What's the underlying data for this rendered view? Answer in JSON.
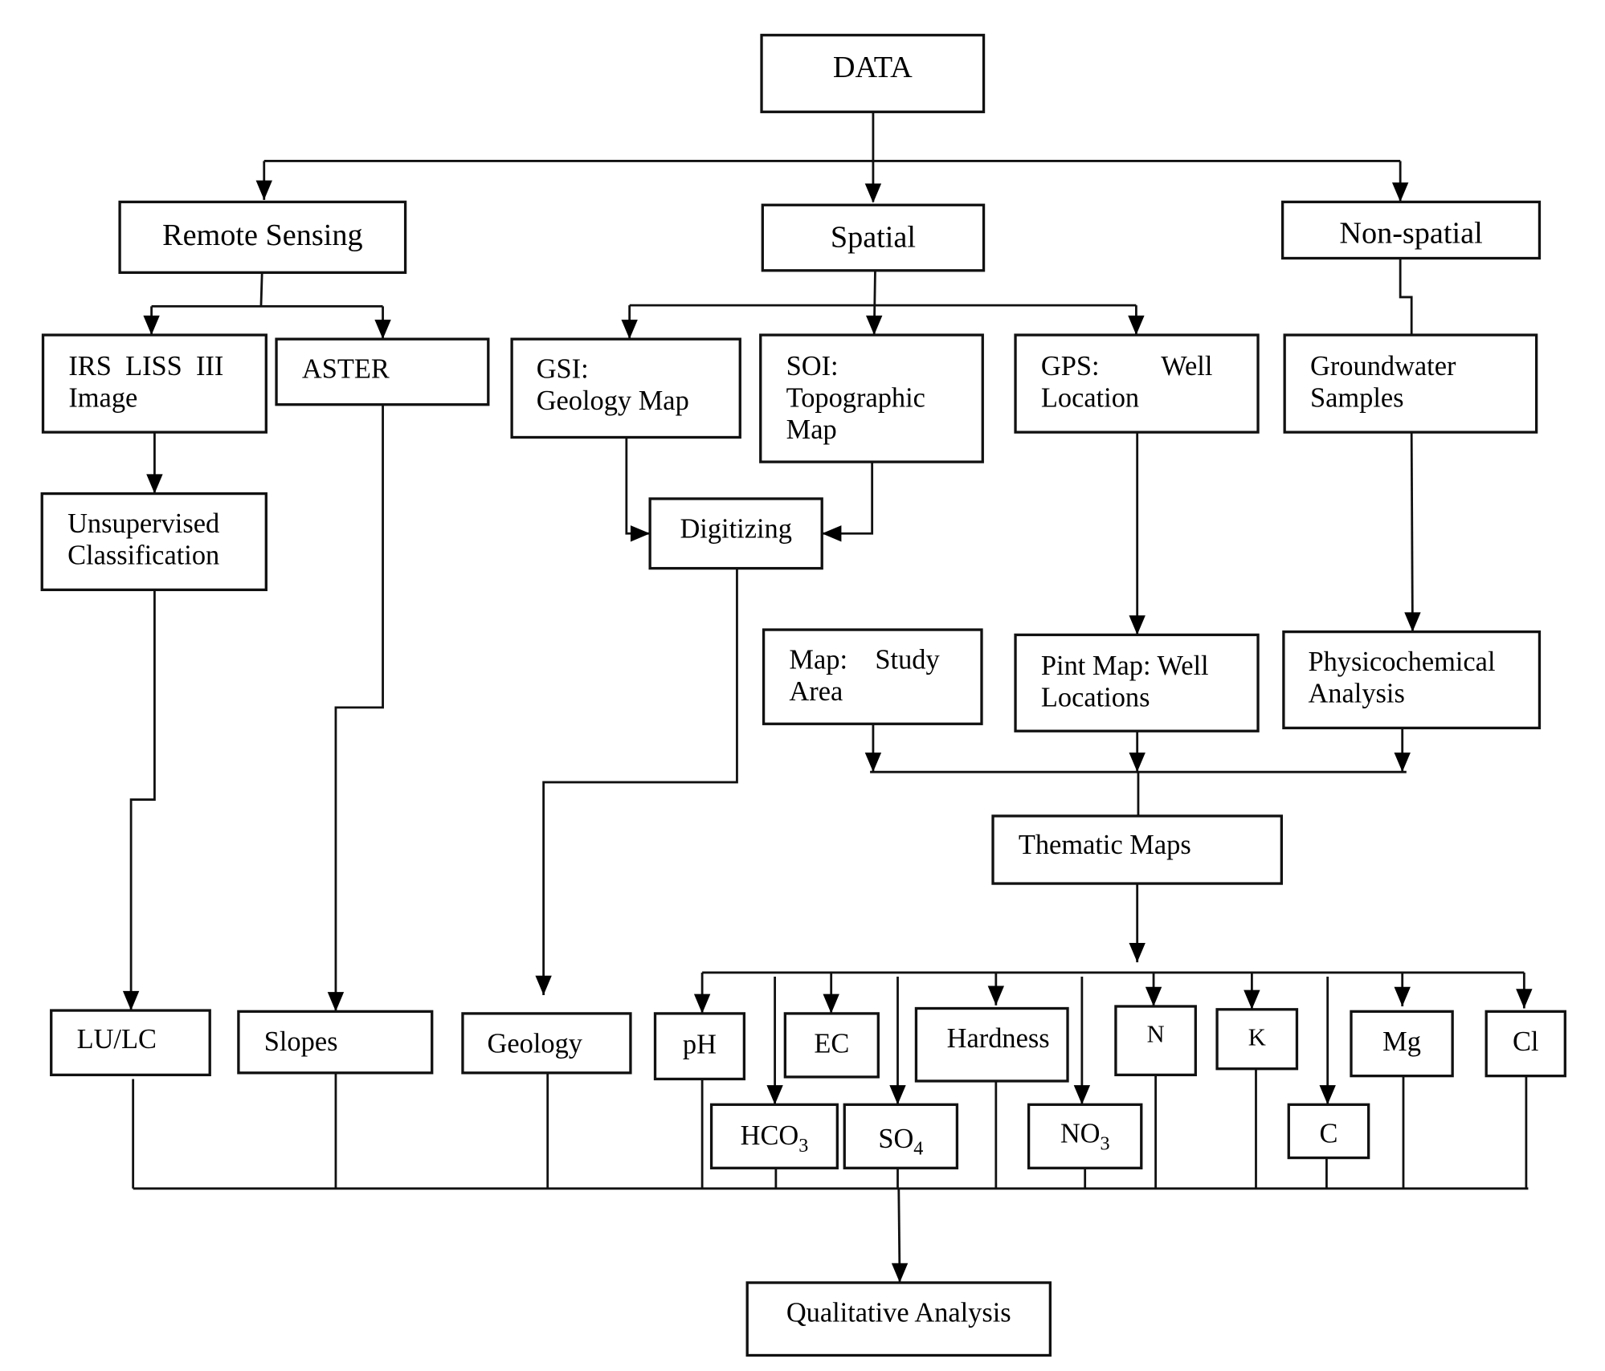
{
  "title": "Methodology flowchart",
  "nodes": [
    {
      "id": "data",
      "lines": [
        "DATA"
      ]
    },
    {
      "id": "remote-sensing",
      "lines": [
        "Remote Sensing"
      ]
    },
    {
      "id": "spatial",
      "lines": [
        "Spatial"
      ]
    },
    {
      "id": "non-spatial",
      "lines": [
        "Non-spatial"
      ]
    },
    {
      "id": "irs-liss",
      "lines": [
        "IRS  LISS  III",
        "Image"
      ]
    },
    {
      "id": "aster",
      "lines": [
        "ASTER"
      ]
    },
    {
      "id": "gsi",
      "lines": [
        "GSI:",
        "Geology Map"
      ]
    },
    {
      "id": "soi",
      "lines": [
        "SOI:",
        "Topographic",
        "Map"
      ]
    },
    {
      "id": "gps",
      "lines": [
        "GPS:         Well",
        "Location"
      ]
    },
    {
      "id": "groundwater",
      "lines": [
        "Groundwater",
        "Samples"
      ]
    },
    {
      "id": "unsupervised",
      "lines": [
        "Unsupervised",
        "Classification"
      ]
    },
    {
      "id": "digitizing",
      "lines": [
        "Digitizing"
      ]
    },
    {
      "id": "map-study",
      "lines": [
        "Map:    Study",
        "Area"
      ]
    },
    {
      "id": "pint-map",
      "lines": [
        "Pint Map: Well",
        "Locations"
      ]
    },
    {
      "id": "physicochemical",
      "lines": [
        "Physicochemical",
        "Analysis"
      ]
    },
    {
      "id": "thematic",
      "lines": [
        "Thematic Maps"
      ]
    },
    {
      "id": "lulc",
      "lines": [
        "LU/LC"
      ]
    },
    {
      "id": "slopes",
      "lines": [
        "Slopes"
      ]
    },
    {
      "id": "geology",
      "lines": [
        "Geology"
      ]
    },
    {
      "id": "ph",
      "lines": [
        "pH"
      ]
    },
    {
      "id": "ec",
      "lines": [
        "EC"
      ]
    },
    {
      "id": "hardness",
      "lines": [
        "Hardness"
      ]
    },
    {
      "id": "n",
      "lines": [
        "N"
      ]
    },
    {
      "id": "k",
      "lines": [
        "K"
      ]
    },
    {
      "id": "mg",
      "lines": [
        "Mg"
      ]
    },
    {
      "id": "cl",
      "lines": [
        "Cl"
      ]
    },
    {
      "id": "hco3",
      "lines": [
        "HCO"
      ],
      "sub": "3"
    },
    {
      "id": "so4",
      "lines": [
        "SO"
      ],
      "sub": "4"
    },
    {
      "id": "no3",
      "lines": [
        "NO"
      ],
      "sub": "3"
    },
    {
      "id": "c",
      "lines": [
        "C"
      ]
    },
    {
      "id": "qualitative",
      "lines": [
        "Qualitative Analysis"
      ]
    }
  ],
  "edges": [
    {
      "from": "data",
      "to": "remote-sensing"
    },
    {
      "from": "data",
      "to": "spatial"
    },
    {
      "from": "data",
      "to": "non-spatial"
    },
    {
      "from": "remote-sensing",
      "to": "irs-liss"
    },
    {
      "from": "remote-sensing",
      "to": "aster"
    },
    {
      "from": "spatial",
      "to": "gsi"
    },
    {
      "from": "spatial",
      "to": "soi"
    },
    {
      "from": "spatial",
      "to": "gps"
    },
    {
      "from": "non-spatial",
      "to": "groundwater"
    },
    {
      "from": "irs-liss",
      "to": "unsupervised"
    },
    {
      "from": "gsi",
      "to": "digitizing"
    },
    {
      "from": "soi",
      "to": "digitizing"
    },
    {
      "from": "gps",
      "to": "pint-map"
    },
    {
      "from": "groundwater",
      "to": "physicochemical"
    },
    {
      "from": "unsupervised",
      "to": "lulc"
    },
    {
      "from": "aster",
      "to": "slopes"
    },
    {
      "from": "digitizing",
      "to": "geology"
    },
    {
      "from": "map-study",
      "to": "thematic"
    },
    {
      "from": "pint-map",
      "to": "thematic"
    },
    {
      "from": "physicochemical",
      "to": "thematic"
    },
    {
      "from": "thematic",
      "to": "ph"
    },
    {
      "from": "thematic",
      "to": "hco3"
    },
    {
      "from": "thematic",
      "to": "ec"
    },
    {
      "from": "thematic",
      "to": "so4"
    },
    {
      "from": "thematic",
      "to": "hardness"
    },
    {
      "from": "thematic",
      "to": "no3"
    },
    {
      "from": "thematic",
      "to": "n"
    },
    {
      "from": "thematic",
      "to": "k"
    },
    {
      "from": "thematic",
      "to": "c"
    },
    {
      "from": "thematic",
      "to": "mg"
    },
    {
      "from": "thematic",
      "to": "cl"
    },
    {
      "from": "parameters",
      "to": "qualitative"
    }
  ]
}
